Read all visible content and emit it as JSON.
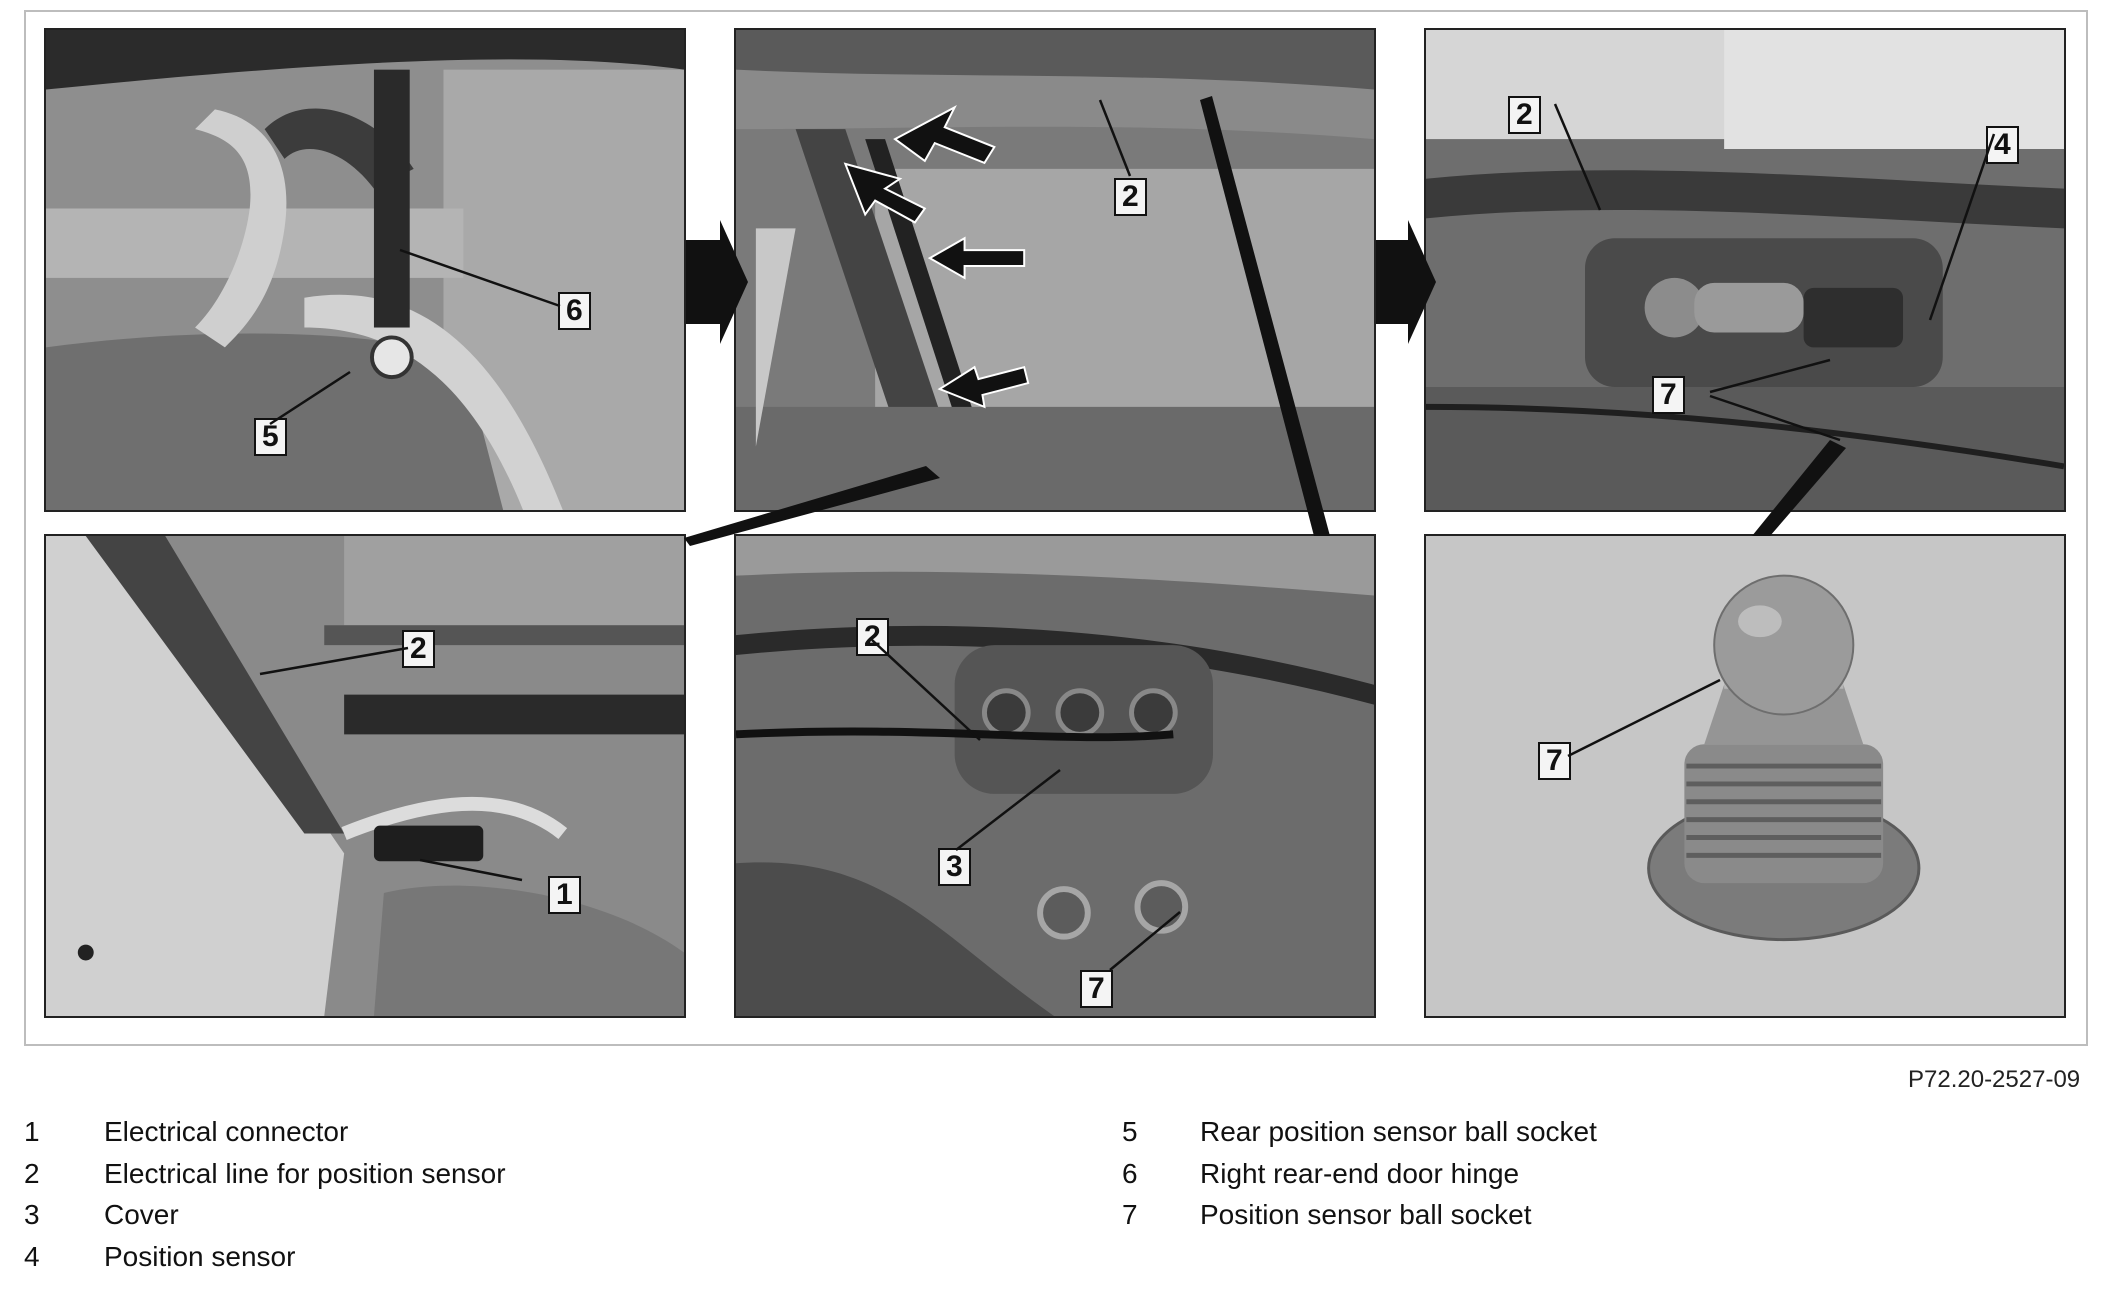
{
  "figure_reference": "P72.20-2527-09",
  "callouts": {
    "p1": [
      "6",
      "5"
    ],
    "p2": [
      "2"
    ],
    "p3": [
      "2",
      "4",
      "7"
    ],
    "p4": [
      "2",
      "1"
    ],
    "p5": [
      "2",
      "3",
      "7"
    ],
    "p6": [
      "7"
    ]
  },
  "legend": [
    {
      "num": "1",
      "text": "Electrical connector"
    },
    {
      "num": "2",
      "text": "Electrical line for position sensor"
    },
    {
      "num": "3",
      "text": "Cover"
    },
    {
      "num": "4",
      "text": "Position sensor"
    },
    {
      "num": "5",
      "text": "Rear position sensor ball socket"
    },
    {
      "num": "6",
      "text": "Right rear-end door hinge"
    },
    {
      "num": "7",
      "text": "Position sensor ball socket"
    }
  ]
}
